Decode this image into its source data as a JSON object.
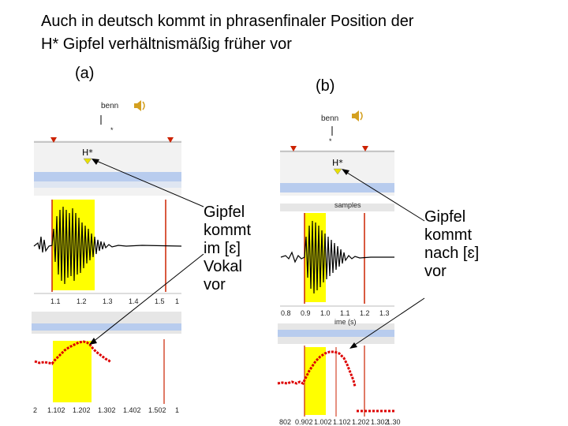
{
  "title": {
    "line1": "Auch in deutsch kommt in phrasenfinaler Position der",
    "line2": "H* Gipfel verhältnismäßig früher vor"
  },
  "panels": {
    "a": {
      "label": "(a)",
      "word": "benn",
      "accent_mark": "*",
      "tone_label": "H*",
      "time_ticks": [
        "1.1",
        "1.2",
        "1.3",
        "1.4",
        "1.5",
        "1"
      ],
      "f0_ticks": [
        "2",
        "1.102",
        "1.202",
        "1.302",
        "1.402",
        "1.502",
        "1"
      ]
    },
    "b": {
      "label": "(b)",
      "word": "benn",
      "accent_mark": "*",
      "tone_label": "H*",
      "samples_label": "samples",
      "time_ticks": [
        "0.8",
        "0.9",
        "1.0",
        "1.1",
        "1.2",
        "1.3"
      ],
      "time_axis_label": "ime (s)",
      "f0_ticks": [
        "802",
        "0.902",
        "1.002",
        "1.102",
        "1.202",
        "1.302",
        "1.30"
      ]
    }
  },
  "notes": {
    "a": "Gipfel\nkommt\nim [ɛ]\nVokal\nvor",
    "b": "Gipfel\nkommt\nnach [ɛ]\nvor"
  },
  "colors": {
    "highlight": "#ffff00",
    "f0_track": "#dd0000",
    "marker": "#cc2200",
    "tier_band": "#b8ccee"
  }
}
